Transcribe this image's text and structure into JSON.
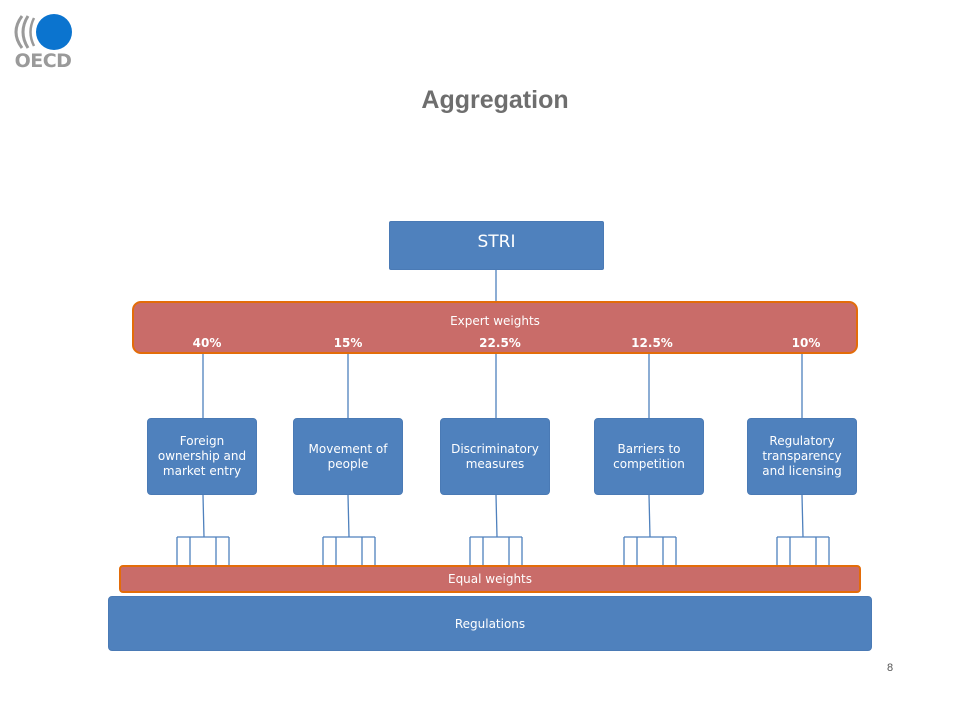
{
  "logo": {
    "text": "OECD"
  },
  "title": "Aggregation",
  "stri": {
    "label": "STRI"
  },
  "expert_weights": {
    "label": "Expert weights",
    "values": [
      "40%",
      "15%",
      "22.5%",
      "12.5%",
      "10%"
    ]
  },
  "categories": [
    "Foreign ownership and market entry",
    "Movement of people",
    "Discriminatory measures",
    "Barriers to competition",
    "Regulatory transparency and licensing"
  ],
  "equal_weights": {
    "label": "Equal weights"
  },
  "regulations": {
    "label": "Regulations"
  },
  "page_number": "8",
  "colors": {
    "blue_box": "#4f81bd",
    "red_band": "#c96c69",
    "band_border": "#e36c09",
    "title": "#6e6e6e",
    "logo_blue": "#0b74cf",
    "logo_grey": "#9a9a9a"
  }
}
